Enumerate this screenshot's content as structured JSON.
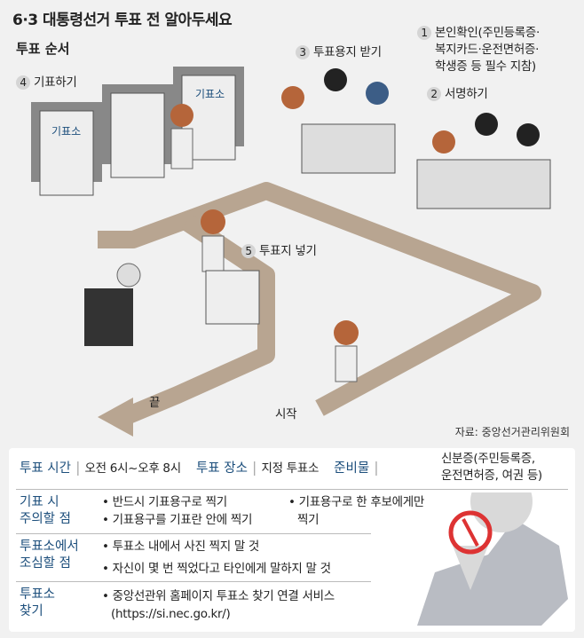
{
  "title": "6·3 대통령선거 투표 전 알아두세요",
  "subtitle": "투표 순서",
  "steps": [
    {
      "num": "1",
      "label": "본인확인(주민등록증·",
      "label2": "복지카드·운전면허증·",
      "label3": "학생증 등 필수 지참)"
    },
    {
      "num": "2",
      "label": "서명하기"
    },
    {
      "num": "3",
      "label": "투표용지 받기"
    },
    {
      "num": "4",
      "label": "기표하기"
    },
    {
      "num": "5",
      "label": "투표지 넣기"
    }
  ],
  "booth_sign": "기표소",
  "path_start": "시작",
  "path_end": "끝",
  "source": "자료: 중앙선거관리위원회",
  "info": {
    "time_label": "투표 시간",
    "time_value": "오전 6시~오후 8시",
    "place_label": "투표 장소",
    "place_value": "지정 투표소",
    "items_label": "준비물",
    "items_value1": "신분증(주민등록증,",
    "items_value2": "운전면허증, 여권 등)",
    "rows": [
      {
        "label1": "기표 시",
        "label2": "주의할 점",
        "items": [
          "• 반드시 기표용구로 찍기",
          "• 기표용구를 기표란 안에 찍기",
          "• 기표용구로 한 후보에게만",
          "찍기"
        ]
      },
      {
        "label1": "투표소에서",
        "label2": "조심할 점",
        "items": [
          "• 투표소 내에서 사진 찍지 말 것",
          "• 자신이 몇 번 찍었다고 타인에게 말하지 말 것"
        ]
      },
      {
        "label1": "투표소",
        "label2": "찾기",
        "items": [
          "• 중앙선관위 홈페이지 투표소 찾기 연결 서비스",
          "(https://si.nec.go.kr/)"
        ]
      }
    ],
    "separator": "|"
  },
  "colors": {
    "path": "#b8a591",
    "label": "#1d4f7c",
    "mark": "#d33"
  }
}
